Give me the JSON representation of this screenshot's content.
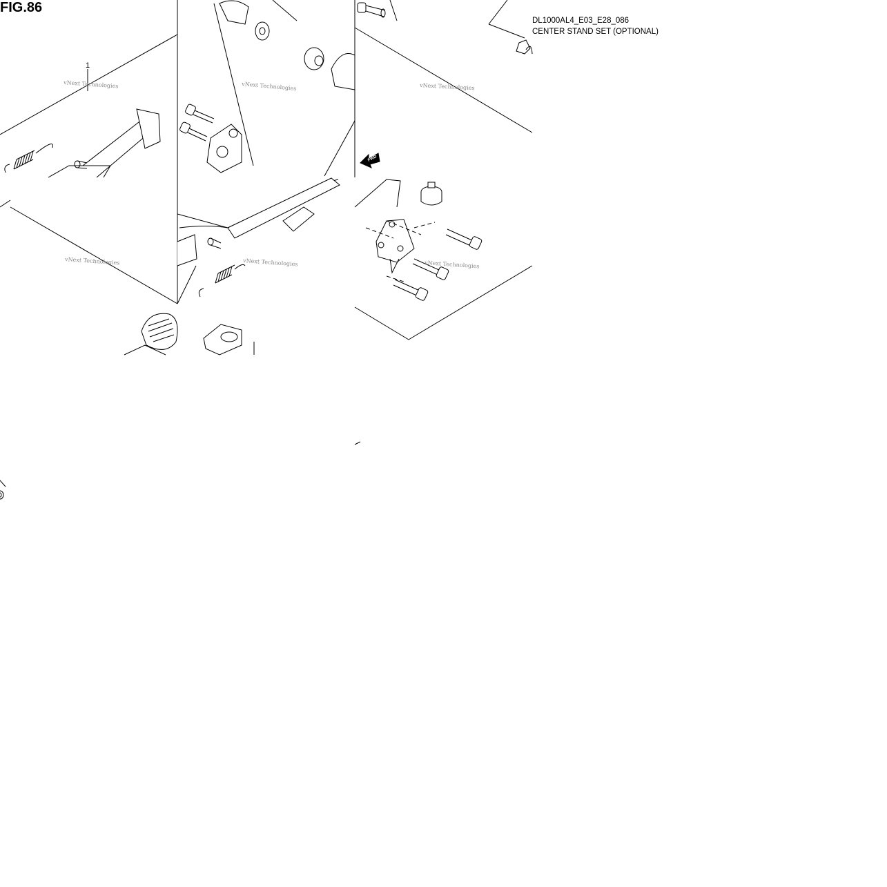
{
  "figure": {
    "title": "FIG.86",
    "code": "DL1000AL4_E03_E28_086",
    "caption": "CENTER STAND SET (OPTIONAL)"
  },
  "callouts": [
    "1"
  ],
  "watermark": "vNext Technologies",
  "fwd_label": "FWD",
  "colors": {
    "line": "#000000",
    "watermark": "#888888",
    "background": "#ffffff"
  }
}
